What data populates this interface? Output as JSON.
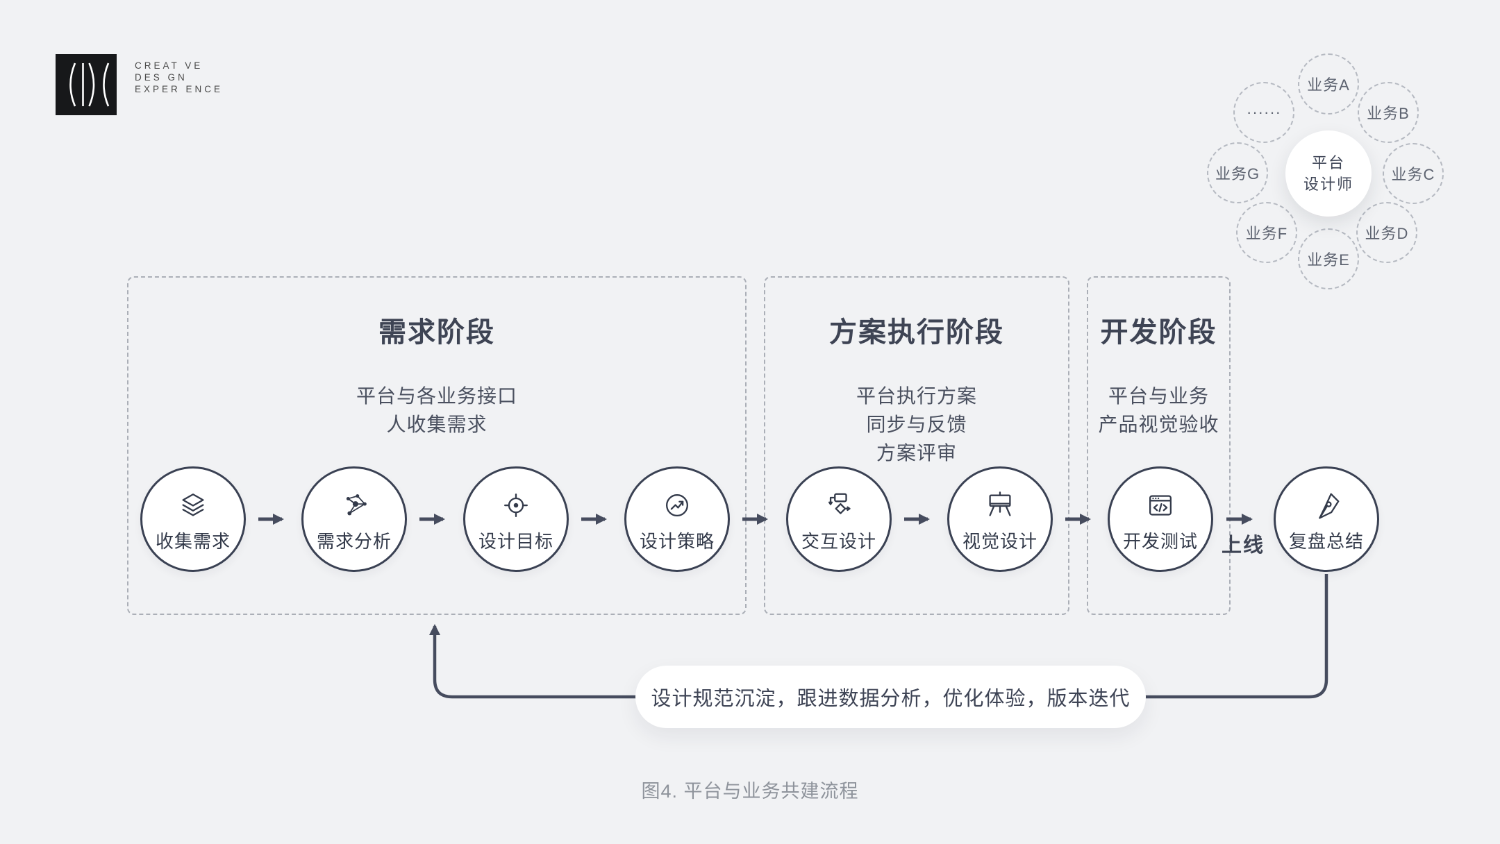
{
  "page": {
    "caption": "图4. 平台与业务共建流程"
  },
  "logo": {
    "mark": "cdc-parentheses-mark",
    "lines": [
      "CREAT VE",
      "DES GN",
      "EXPER ENCE"
    ]
  },
  "cluster": {
    "center": {
      "line1": "平台",
      "line2": "设计师"
    },
    "satellites": [
      {
        "label": "业务A"
      },
      {
        "label": "业务B"
      },
      {
        "label": "业务C"
      },
      {
        "label": "业务D"
      },
      {
        "label": "业务E"
      },
      {
        "label": "业务F"
      },
      {
        "label": "业务G"
      },
      {
        "label": "······"
      }
    ]
  },
  "phases": [
    {
      "title": "需求阶段",
      "lines": [
        "平台与各业务接口",
        "人收集需求"
      ]
    },
    {
      "title": "方案执行阶段",
      "lines": [
        "平台执行方案",
        "同步与反馈",
        "方案评审"
      ]
    },
    {
      "title": "开发阶段",
      "lines": [
        "平台与业务",
        "产品视觉验收"
      ]
    }
  ],
  "steps": [
    {
      "label": "收集需求",
      "icon": "layers-icon"
    },
    {
      "label": "需求分析",
      "icon": "network-icon"
    },
    {
      "label": "设计目标",
      "icon": "target-icon"
    },
    {
      "label": "设计策略",
      "icon": "trend-icon"
    },
    {
      "label": "交互设计",
      "icon": "flowchart-icon"
    },
    {
      "label": "视觉设计",
      "icon": "easel-icon"
    },
    {
      "label": "开发测试",
      "icon": "code-window-icon"
    },
    {
      "label": "复盘总结",
      "icon": "pen-nib-icon"
    }
  ],
  "launch_label": "上线",
  "feedback": {
    "text": "设计规范沉淀，跟进数据分析，优化体验，版本迭代"
  },
  "colors": {
    "background": "#f1f2f4",
    "flow_line": "#464c5e",
    "circle_border": "#3a4153",
    "dashed_border": "#abafb7",
    "title_text": "#3e4454",
    "body_text": "#4a505f",
    "caption_text": "#8e939b",
    "logo_black": "#17181a"
  }
}
